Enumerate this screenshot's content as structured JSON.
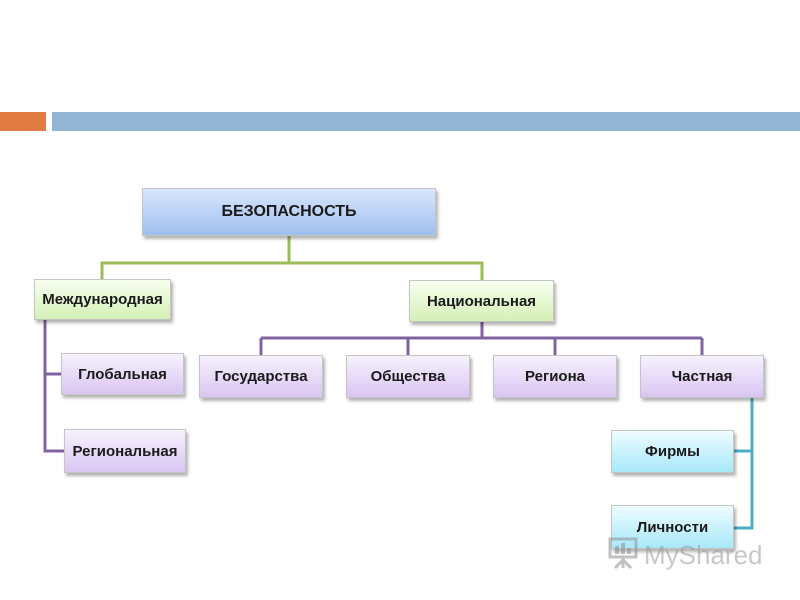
{
  "colors": {
    "accent_orange": "#df7b43",
    "accent_blue": "#94b4d6",
    "connector_green": "#9bbb59",
    "connector_purple": "#7f63a1",
    "connector_cyan": "#4bacc6"
  },
  "diagram": {
    "root": "БЕЗОПАСНОСТЬ",
    "international": {
      "label": "Международная",
      "children": [
        "Глобальная",
        "Региональная"
      ]
    },
    "national": {
      "label": "Национальная",
      "children": [
        "Государства",
        "Общества",
        "Региона",
        "Частная"
      ]
    },
    "private_children": [
      "Фирмы",
      "Личности"
    ]
  },
  "watermark": {
    "text": "MyShared",
    "icon": "presentation-board-icon"
  }
}
